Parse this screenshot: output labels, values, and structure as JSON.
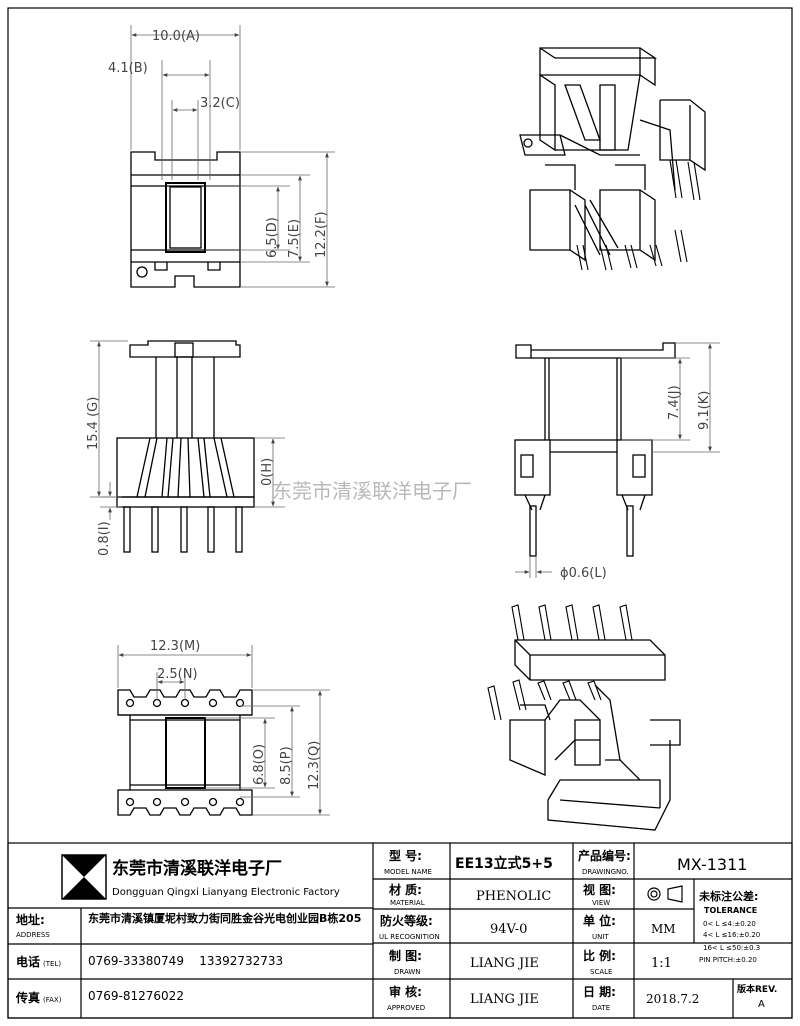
{
  "dimensions": {
    "a": "10.0(A)",
    "b": "4.1(B)",
    "c": "3.2(C)",
    "d": "6.5(D)",
    "e": "7.5(E)",
    "f": "12.2(F)",
    "g": "15.4 (G)",
    "h": "0(H)",
    "i": "0.8(I)",
    "j": "7.4(J)",
    "k": "9.1(K)",
    "l": "ϕ0.6(L)",
    "m": "12.3(M)",
    "n": "2.5(N)",
    "o": "6.8(O)",
    "p": "8.5(P)",
    "q": "12.3(Q)"
  },
  "watermark": "东莞市清溪联洋电子厂",
  "company": {
    "name_cn": "东莞市清溪联洋电子厂",
    "name_en": "Dongguan Qingxi Lianyang Electronic Factory"
  },
  "info": {
    "address_label_cn": "地址:",
    "address_label_en": "ADDRESS",
    "address": "东莞市清溪镇厦坭村致力街同胜金谷光电创业园B栋205",
    "tel_label_cn": "电话",
    "tel_label_en": "(TEL)",
    "tel": "0769-33380749    13392732733",
    "fax_label_cn": "传真",
    "fax_label_en": "(FAX)",
    "fax": "0769-81276022"
  },
  "fields": {
    "model_label_cn": "型  号:",
    "model_label_en": "MODEL NAME",
    "model": "EE13立式5+5",
    "material_label_cn": "材  质:",
    "material_label_en": "MATERIAL",
    "material": "PHENOLIC",
    "fire_label_cn": "防火等级:",
    "fire_label_en": "UL RECOGNITION",
    "fire": "94V-0",
    "drawn_label_cn": "制  图:",
    "drawn_label_en": "DRAWN",
    "drawn": "LIANG JIE",
    "approved_label_cn": "审  核:",
    "approved_label_en": "APPROVED",
    "approved": "LIANG JIE",
    "drawingno_label_cn": "产品编号:",
    "drawingno_label_en": "DRAWINGNO.",
    "drawingno": "MX-1311",
    "view_label_cn": "视  图:",
    "view_label_en": "VIEW",
    "unit_label_cn": "单  位:",
    "unit_label_en": "UNIT",
    "unit": "MM",
    "scale_label_cn": "比  例:",
    "scale_label_en": "SCALE",
    "scale": "1:1",
    "date_label_cn": "日  期:",
    "date_label_en": "DATE",
    "date": "2018.7.2",
    "tolerance_label_cn": "未标注公差:",
    "tolerance_label_en": "TOLERANCE",
    "tol1": "0< L ≤4:±0.20",
    "tol2": "4< L ≤16:±0.20",
    "tol3": "16< L ≤50:±0.3",
    "tol4": "PIN PITCH:±0.20",
    "rev_label": "版本REV.",
    "rev": "A"
  }
}
